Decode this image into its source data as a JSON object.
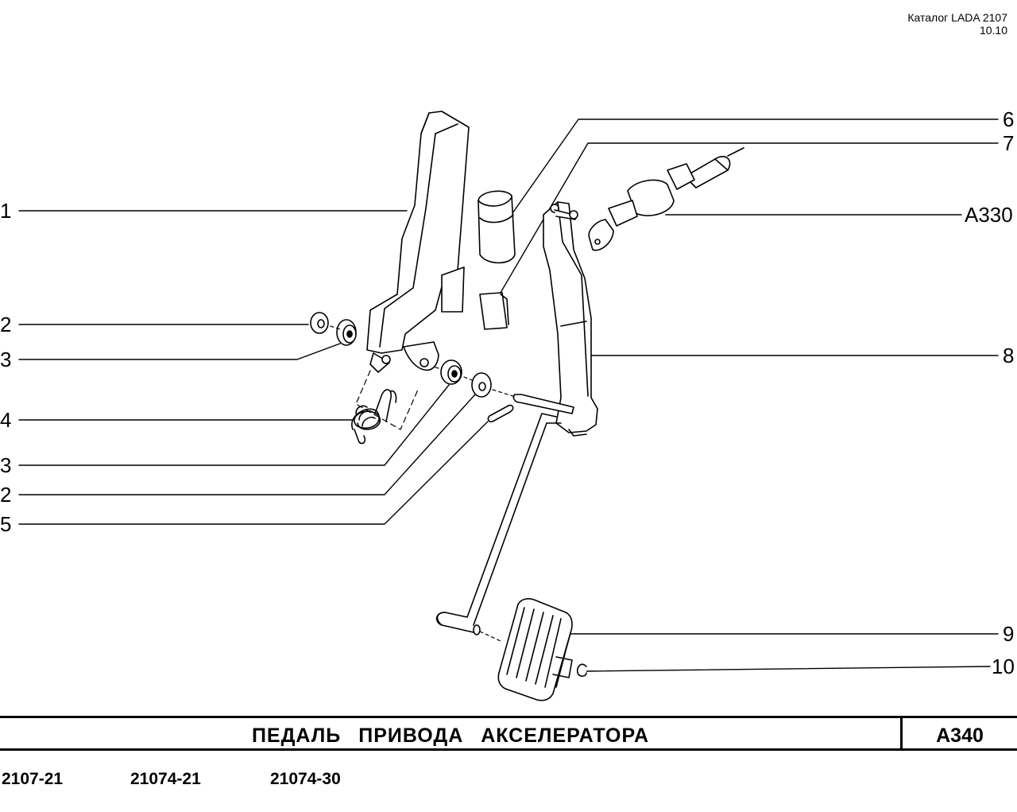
{
  "header": {
    "catalog": "Каталог LADA 2107",
    "version": "10.10"
  },
  "callouts": {
    "left": [
      "1",
      "2",
      "3",
      "4",
      "3",
      "2",
      "5"
    ],
    "right": [
      "6",
      "7",
      "A330",
      "8",
      "9",
      "10"
    ]
  },
  "title": {
    "text": "ПЕДАЛЬ ПРИВОДА АКСЕЛЕРАТОРА",
    "code": "A340"
  },
  "models": [
    "2107-21",
    "21074-21",
    "21074-30"
  ]
}
